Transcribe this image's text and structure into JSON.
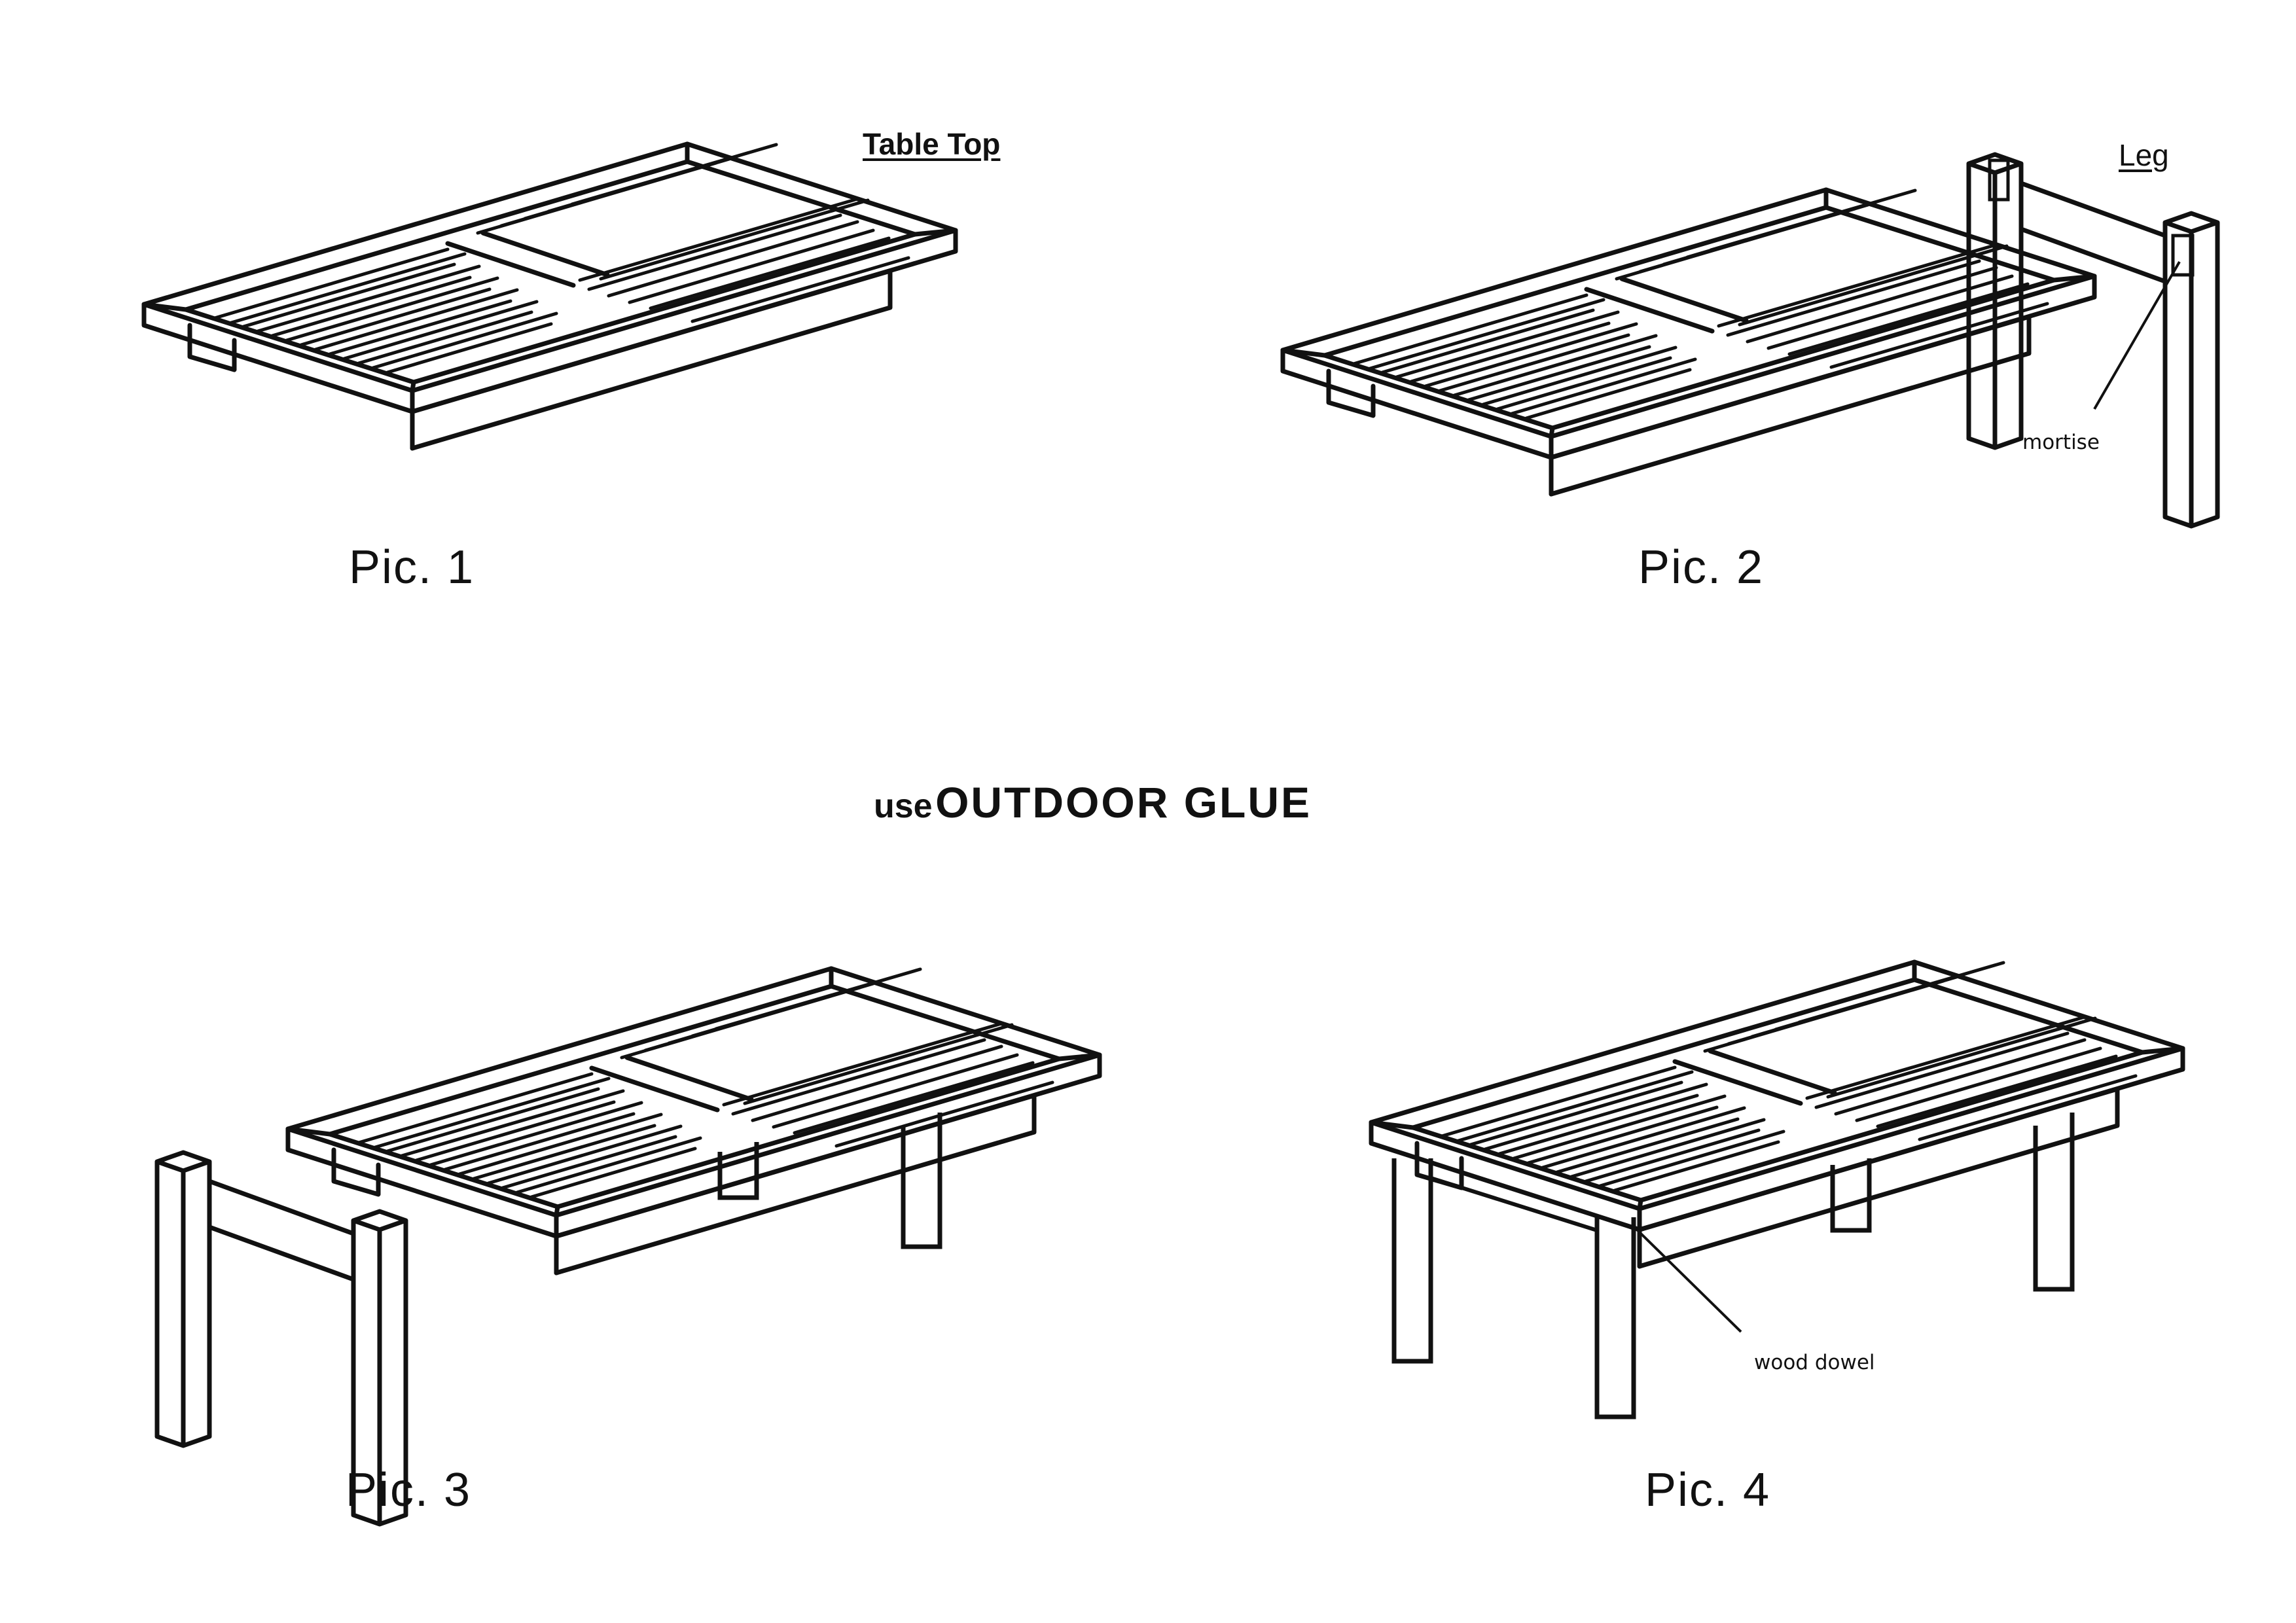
{
  "labels": {
    "table_top": "Table Top",
    "leg": "Leg",
    "mortise": "mortise",
    "wood_dowel": "wood dowel",
    "glue_prefix": "use",
    "glue_main": "OUTDOOR GLUE",
    "pic1": "Pic. 1",
    "pic2": "Pic. 2",
    "pic3": "Pic. 3",
    "pic4": "Pic. 4"
  },
  "colors": {
    "line": "#111111",
    "background": "#ffffff"
  },
  "steps": [
    {
      "caption": "Pic. 1",
      "shows": "table top, underside up"
    },
    {
      "caption": "Pic. 2",
      "shows": "table top with leg frame and mortise"
    },
    {
      "caption": "Pic. 3",
      "shows": "table top with one leg frame attached, second leg frame separate"
    },
    {
      "caption": "Pic. 4",
      "shows": "assembled table with wood dowel"
    }
  ]
}
